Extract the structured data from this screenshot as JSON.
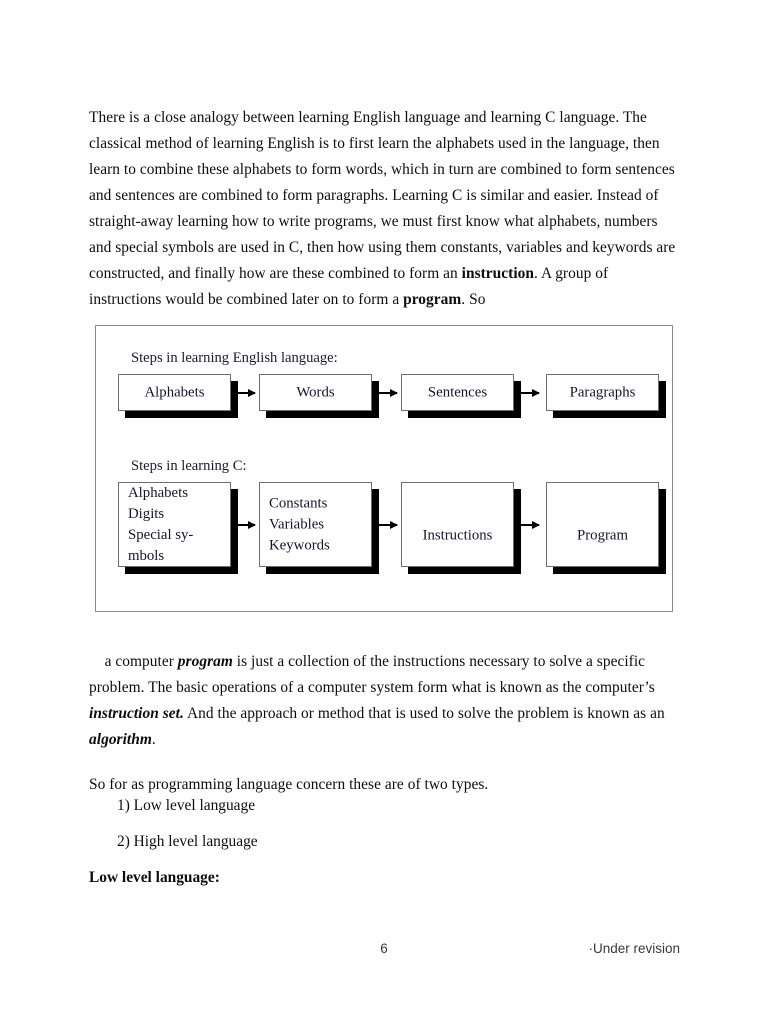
{
  "document": {
    "paragraphs": {
      "intro_part_1": "There is a close analogy between learning English language and learning C language. The classical method of learning English is to first learn the alphabets used in the language, then learn to combine these alphabets to form words, which in turn are combined to form sentences and sentences are combined to form paragraphs. Learning C is similar and easier. Instead of straight-away learning how to write programs, we must first know what alphabets, numbers and special symbols are used in C, then how using them constants, variables and keywords are constructed, and finally how are these combined to form an ",
      "intro_bold_1": "instruction",
      "intro_part_2": ". A group of instructions would be combined later on to form a ",
      "intro_bold_2": "program",
      "intro_part_3": ". So",
      "after_figure_part_1": "a computer ",
      "after_figure_em_1": "program",
      "after_figure_part_2": " is just a collection of the instructions necessary to solve a specific problem. The basic operations of a computer system form what is known as the computer’s ",
      "after_figure_em_2": "instruction set.",
      "after_figure_part_3": " And the approach or method that is used to solve the problem is known as an ",
      "after_figure_em_3": "algorithm",
      "after_figure_part_4": ".",
      "two_types": "So for as programming language concern these are of two types."
    },
    "list": {
      "item_1": "1) Low level language",
      "item_2": "2) High level language"
    },
    "headings": {
      "low_level_language": "Low level language:"
    },
    "footer": {
      "page_number": "6",
      "note": "·Under revision"
    }
  },
  "figure": {
    "row_english": {
      "label": "Steps in learning English language:",
      "boxes": [
        {
          "text": "Alphabets"
        },
        {
          "text": "Words"
        },
        {
          "text": "Sentences"
        },
        {
          "text": "Paragraphs"
        }
      ]
    },
    "row_c": {
      "label": "Steps in learning C:",
      "boxes": [
        {
          "line_1": "Alphabets",
          "line_2": "Digits",
          "line_3": "Special sy-",
          "line_4": "mbols"
        },
        {
          "line_1": "Constants",
          "line_2": "Variables",
          "line_3": "Keywords"
        },
        {
          "text": "Instructions"
        },
        {
          "text": "Program"
        }
      ]
    },
    "colors": {
      "box_fill": "#ffffff",
      "box_border": "#6f6f6f",
      "box_shadow": "#000000",
      "frame_border": "#8a8a8a",
      "arrow": "#000000",
      "text": "#15152b"
    }
  }
}
